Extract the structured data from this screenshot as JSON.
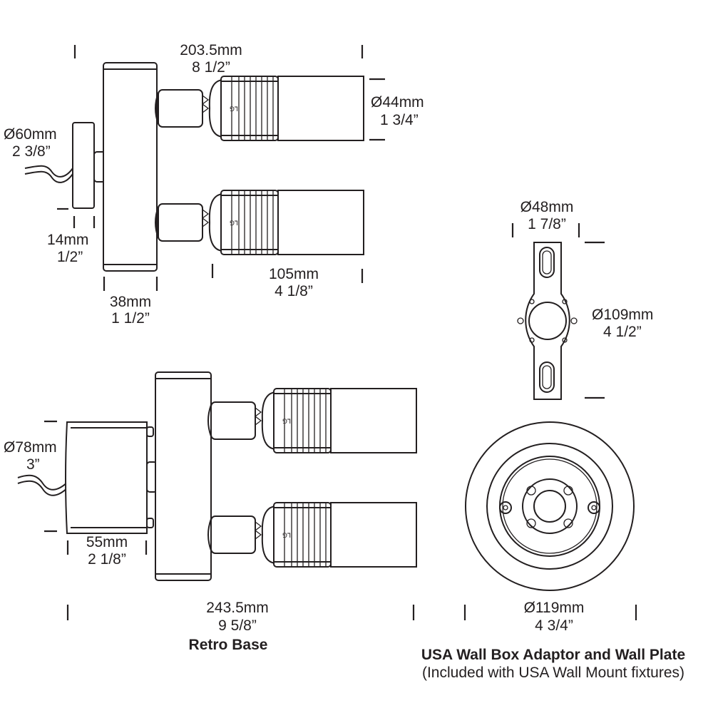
{
  "top_assembly": {
    "overall_length": {
      "mm": "203.5mm",
      "inch": "8 1/2”"
    },
    "head_diameter": {
      "mm": "Ø44mm",
      "inch": "1 3/4”"
    },
    "base_diameter": {
      "mm": "Ø60mm",
      "inch": "2 3/8”"
    },
    "base_thickness": {
      "mm": "14mm",
      "inch": "1/2”"
    },
    "bar_width": {
      "mm": "38mm",
      "inch": "1 1/2”"
    },
    "head_length": {
      "mm": "105mm",
      "inch": "4 1/8”"
    }
  },
  "adaptor": {
    "slot_width": {
      "mm": "Ø48mm",
      "inch": "1 7/8”"
    },
    "height": {
      "mm": "Ø109mm",
      "inch": "4 1/2”"
    }
  },
  "retro_assembly": {
    "base_diameter": {
      "mm": "Ø78mm",
      "inch": "3”"
    },
    "base_depth": {
      "mm": "55mm",
      "inch": "2 1/8”"
    },
    "overall_length": {
      "mm": "243.5mm",
      "inch": "9 5/8”"
    },
    "caption": "Retro Base"
  },
  "wall_plate": {
    "diameter": {
      "mm": "Ø119mm",
      "inch": "4 3/4”"
    },
    "caption_line1": "USA Wall Box Adaptor and Wall Plate",
    "caption_line2": "(Included with USA Wall Mount fixtures)"
  }
}
